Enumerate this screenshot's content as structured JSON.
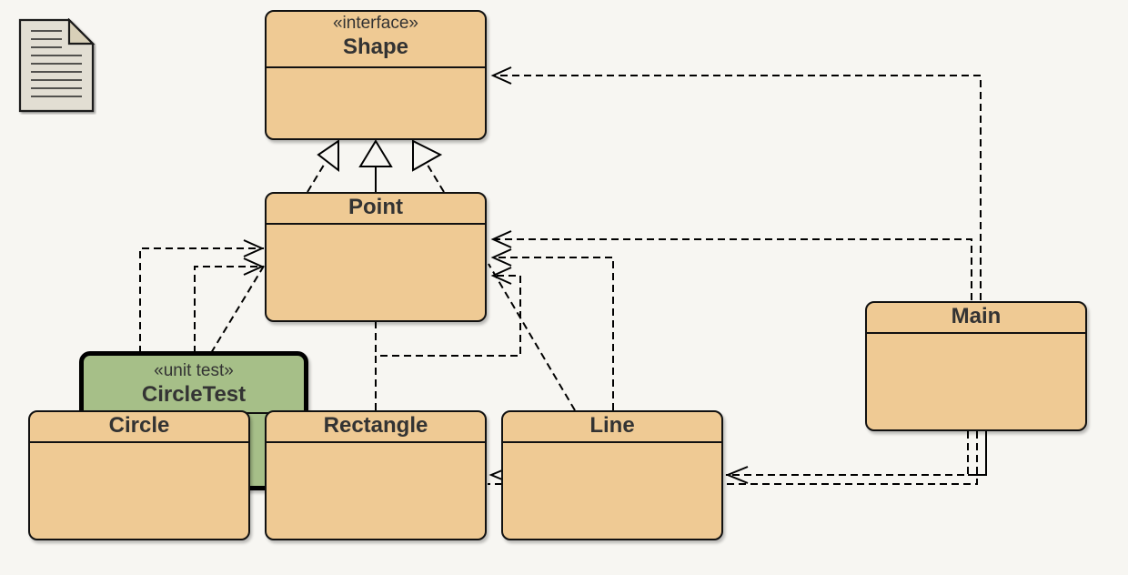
{
  "diagram": {
    "type": "uml-class-diagram",
    "colors": {
      "class_fill": "#efca94",
      "test_fill": "#a6bf88",
      "border": "#111111",
      "background": "#f7f6f2"
    },
    "classes": {
      "shape": {
        "stereotype": "«interface»",
        "name": "Shape"
      },
      "point": {
        "name": "Point"
      },
      "circle_test": {
        "stereotype": "«unit test»",
        "name": "CircleTest"
      },
      "circle": {
        "name": "Circle"
      },
      "rectangle": {
        "name": "Rectangle"
      },
      "line": {
        "name": "Line"
      },
      "main": {
        "name": "Main"
      }
    },
    "relationships": [
      {
        "from": "Point",
        "to": "Shape",
        "kind": "generalization"
      },
      {
        "from": "Circle",
        "to": "Shape",
        "kind": "realization"
      },
      {
        "from": "Line",
        "to": "Shape",
        "kind": "realization"
      },
      {
        "from": "CircleTest",
        "to": "Point",
        "kind": "dependency"
      },
      {
        "from": "Circle",
        "to": "Point",
        "kind": "dependency"
      },
      {
        "from": "Rectangle",
        "to": "Point",
        "kind": "dependency"
      },
      {
        "from": "Line",
        "to": "Point",
        "kind": "dependency"
      },
      {
        "from": "Main",
        "to": "Point",
        "kind": "dependency"
      },
      {
        "from": "Main",
        "to": "Shape",
        "kind": "dependency"
      },
      {
        "from": "Main",
        "to": "Line",
        "kind": "dependency"
      },
      {
        "from": "Main",
        "to": "Rectangle",
        "kind": "dependency"
      },
      {
        "from": "Line",
        "to": "Rectangle",
        "kind": "dependency"
      }
    ]
  }
}
